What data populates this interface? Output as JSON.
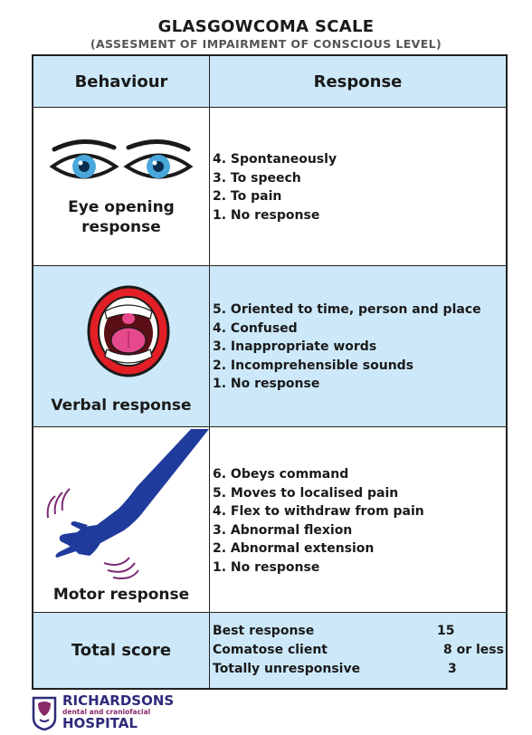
{
  "title": "GLASGOWCOMA SCALE",
  "subtitle": "(ASSESMENT OF IMPAIRMENT OF CONSCIOUS LEVEL)",
  "table": {
    "header": {
      "behaviour": "Behaviour",
      "response": "Response"
    },
    "rows": [
      {
        "behaviour_line1": "Eye opening",
        "behaviour_line2": "response",
        "responses": [
          "4. Spontaneously",
          "3. To speech",
          "2. To pain",
          "1. No response"
        ]
      },
      {
        "behaviour": "Verbal response",
        "responses": [
          "5. Oriented to time, person and place",
          "4. Confused",
          "3. Inappropriate words",
          "2. Incomprehensible sounds",
          "1. No response"
        ]
      },
      {
        "behaviour": "Motor response",
        "responses": [
          "6. Obeys command",
          "5. Moves to localised pain",
          "4. Flex to withdraw from pain",
          "3. Abnormal flexion",
          "2. Abnormal extension",
          "1. No response"
        ]
      }
    ],
    "total": {
      "label": "Total score",
      "lines": [
        {
          "label": "Best response",
          "value": "15"
        },
        {
          "label": "Comatose client",
          "value": "8 or less"
        },
        {
          "label": "Totally unresponsive",
          "value": "3"
        }
      ]
    }
  },
  "logo": {
    "name1": "RICHARDSONS",
    "sub": "dental and craniofacial",
    "name2": "HOSPITAL"
  },
  "colors": {
    "row_tint": "#cde9f9",
    "mouth_red": "#e21f26",
    "arm_blue": "#1f3b9c",
    "eye_blue": "#4aa7dc",
    "logo_purple": "#2e2a7a"
  }
}
